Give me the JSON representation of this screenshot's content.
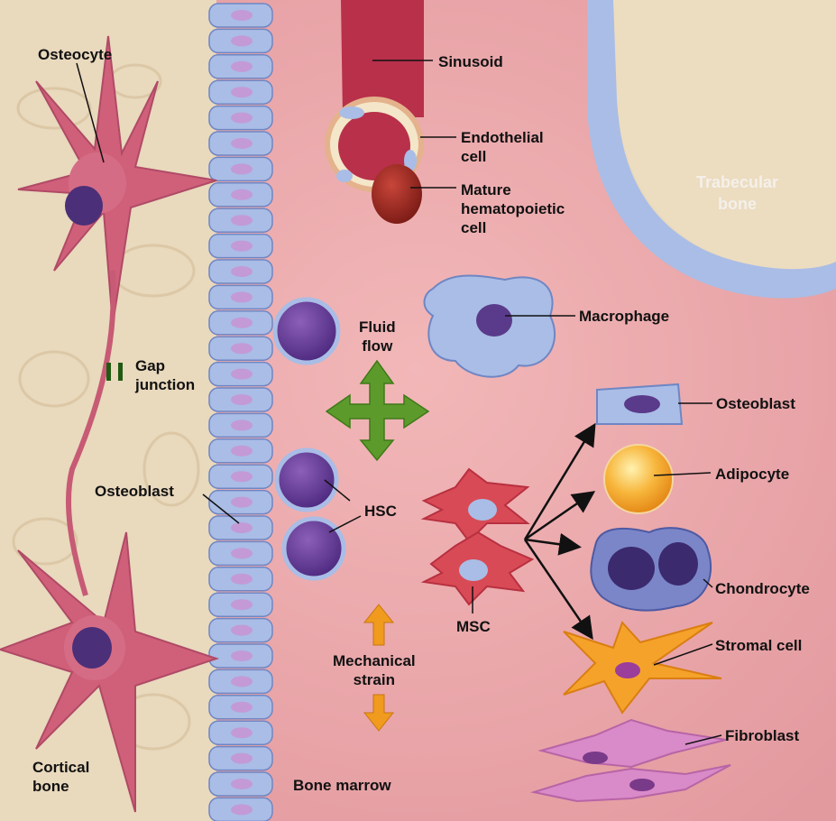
{
  "labels": {
    "osteocyte": "Osteocyte",
    "gap_junction": "Gap\njunction",
    "osteoblast_left": "Osteoblast",
    "cortical_bone": "Cortical\nbone",
    "sinusoid": "Sinusoid",
    "endothelial_cell": "Endothelial\ncell",
    "mature_hematopoietic_cell": "Mature\nhematopoietic\ncell",
    "trabecular_bone": "Trabecular\nbone",
    "macrophage": "Macrophage",
    "fluid_flow": "Fluid\nflow",
    "osteoblast_right": "Osteoblast",
    "adipocyte": "Adipocyte",
    "hsc": "HSC",
    "chondrocyte": "Chondrocyte",
    "msc": "MSC",
    "stromal_cell": "Stromal cell",
    "mechanical_strain": "Mechanical\nstrain",
    "fibroblast": "Fibroblast",
    "bone_marrow": "Bone marrow"
  },
  "colors": {
    "cortical_bone": "#e9d9bd",
    "bone_marrow": "#e8a5a8",
    "lining_cells": "#a9bde6",
    "cell_pink": "#d0607a",
    "nucleus_purple": "#4b2f78",
    "arrow_green": "#5d9a2c",
    "arrow_orange": "#f09a1e"
  }
}
